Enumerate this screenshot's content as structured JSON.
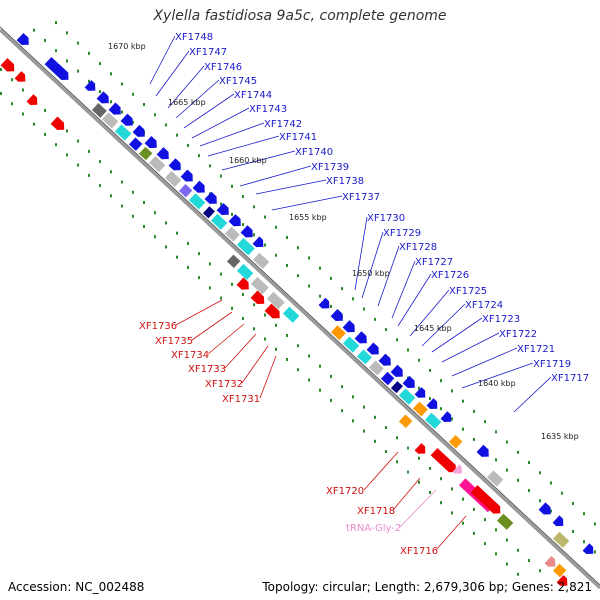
{
  "title": "Xylella fastidiosa 9a5c, complete genome",
  "accession": "Accession: NC_002488",
  "summary": "Topology: circular; Length: 2,679,306 bp; Genes: 2,821",
  "colors": {
    "forward_label": "#1a1acc",
    "reverse_label": "#d01010",
    "trna_label": "#e88acb",
    "backbone": "#888888",
    "tick": "#2a8a2a"
  },
  "kbp_ticks": [
    "1670 kbp",
    "1665 kbp",
    "1660 kbp",
    "1655 kbp",
    "1650 kbp",
    "1645 kbp",
    "1640 kbp",
    "1635 kbp"
  ],
  "genes_forward": [
    "XF1748",
    "XF1747",
    "XF1746",
    "XF1745",
    "XF1744",
    "XF1743",
    "XF1742",
    "XF1741",
    "XF1740",
    "XF1739",
    "XF1738",
    "XF1737",
    "XF1730",
    "XF1729",
    "XF1728",
    "XF1727",
    "XF1726",
    "XF1725",
    "XF1724",
    "XF1723",
    "XF1722",
    "XF1721",
    "XF1719",
    "XF1717"
  ],
  "genes_reverse": [
    "XF1736",
    "XF1735",
    "XF1734",
    "XF1733",
    "XF1732",
    "XF1731",
    "XF1720",
    "XF1718",
    "XF1716"
  ],
  "genes_trna": [
    "tRNA-Gly-2"
  ]
}
